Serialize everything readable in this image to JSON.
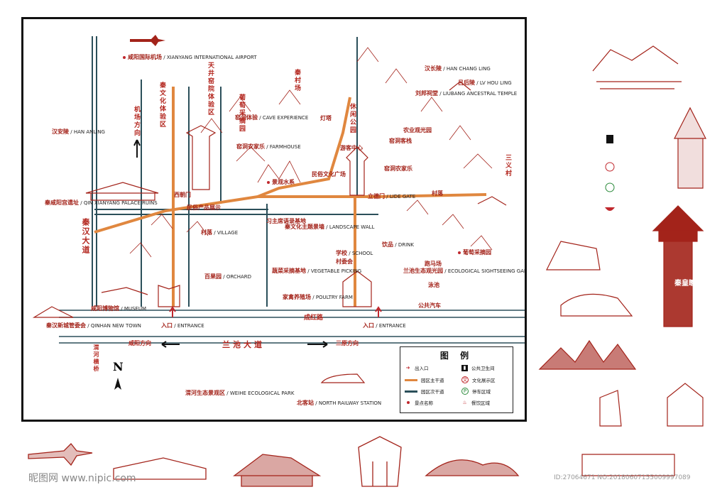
{
  "map": {
    "north_label": "N",
    "legend": {
      "title": "图 例",
      "items": [
        {
          "label": "出入口",
          "icon": "entrance-arrow-icon"
        },
        {
          "label": "园区主干道",
          "icon": "main-road-line"
        },
        {
          "label": "园区次干道",
          "icon": "secondary-road-line"
        },
        {
          "label": "景点名称",
          "icon": "poi-dot-icon"
        },
        {
          "label": "公共卫生间",
          "icon": "toilet-icon"
        },
        {
          "label": "文化展示区",
          "icon": "culture-icon"
        },
        {
          "label": "停车区域",
          "icon": "parking-icon"
        },
        {
          "label": "餐饮区域",
          "icon": "dining-icon"
        }
      ]
    },
    "labels": {
      "airport": {
        "cn": "咸阳国际机场",
        "en": "XIANYANG INTERNATIONAL AIRPORT"
      },
      "han_anling": {
        "cn": "汉安陵",
        "en": "HAN ANLING"
      },
      "qin_palace": {
        "cn": "秦咸阳宫遗址",
        "en": "QIN XIANYANG PALACE RUINS"
      },
      "museum": {
        "cn": "咸阳博物馆",
        "en": "MUSEUM"
      },
      "new_town": {
        "cn": "秦汉新城管委会",
        "en": "QINHAN NEW TOWN"
      },
      "weihe_park": {
        "cn": "渭河生态景观区",
        "en": "WEIHE ECOLOGICAL PARK"
      },
      "north_station": {
        "cn": "北客站",
        "en": "NORTH RAILWAY STATION"
      },
      "han_changling": {
        "cn": "汉长陵",
        "en": "HAN CHANG LING"
      },
      "lv_houling": {
        "cn": "吕后陵",
        "en": "LV HOU LING"
      },
      "liubang_temple": {
        "cn": "刘邦祠堂",
        "en": "LIUBANG ANCESTRAL TEMPLE"
      },
      "cave_experience": {
        "cn": "窑洞体验",
        "en": "CAVE EXPERIENCE"
      },
      "farmhouse": {
        "cn": "窑洞农家乐",
        "en": "FARMHOUSE"
      },
      "folk_square": {
        "cn": "民俗文化广场",
        "en": ""
      },
      "landscape_water": {
        "cn": "景观水系",
        "en": ""
      },
      "west_gate": {
        "cn": "西朝门",
        "en": ""
      },
      "folk_exhibit": {
        "cn": "民俗产品展示",
        "en": ""
      },
      "village_1": {
        "cn": "村落",
        "en": "VILLAGE"
      },
      "orchard": {
        "cn": "百果园",
        "en": "ORCHARD"
      },
      "landscape_wall": {
        "cn": "秦文化主题景墙",
        "en": "LANDSCAPE WALL"
      },
      "xijinping_base": {
        "cn": "习主席语录基地",
        "en": ""
      },
      "school": {
        "cn": "学校",
        "en": "SCHOOL"
      },
      "village_committee": {
        "cn": "村委会",
        "en": ""
      },
      "vegetable": {
        "cn": "蔬菜采摘基地",
        "en": "VEGETABLE PICKING"
      },
      "poultry": {
        "cn": "家禽养殖场",
        "en": "POULTRY FARM"
      },
      "drink": {
        "cn": "饮品",
        "en": "DRINK"
      },
      "horse": {
        "cn": "跑马场",
        "en": ""
      },
      "eco_garden": {
        "cn": "兰池生态观光园",
        "en": "ECOLOGICAL SIGHTSEEING GARDEN"
      },
      "pool": {
        "cn": "泳池",
        "en": ""
      },
      "bus": {
        "cn": "公共汽车",
        "en": ""
      },
      "grape": {
        "cn": "葡萄采摘园",
        "en": ""
      },
      "agri_park": {
        "cn": "农业观光园",
        "en": ""
      },
      "cave_inn": {
        "cn": "窑洞客栈",
        "en": ""
      },
      "village_2": {
        "cn": "村落",
        "en": ""
      },
      "leisure_park": {
        "cn": "休闲公园",
        "en": ""
      },
      "lantern_tower": {
        "cn": "灯塔",
        "en": ""
      },
      "tourist_center": {
        "cn": "游客中心",
        "en": ""
      },
      "east_gate": {
        "cn": "立德门",
        "en": "LIDE GATE"
      },
      "sanyi_village": {
        "cn": "三义村",
        "en": ""
      },
      "entrance_1": {
        "cn": "入口",
        "en": "ENTRANCE"
      },
      "entrance_2": {
        "cn": "入口",
        "en": "ENTRANCE"
      },
      "culture_zone": {
        "cn": "秦文化体验区",
        "en": ""
      },
      "tianjing": {
        "cn": "天井窑院体验区",
        "en": ""
      },
      "grape_2": {
        "cn": "葡萄采摘园",
        "en": ""
      },
      "qin_village": {
        "cn": "秦",
        "en": ""
      },
      "qinzhuang": {
        "cn": "秦村场",
        "en": ""
      },
      "tower_label": {
        "cn": "秦皇瞭望台",
        "en": ""
      }
    },
    "roads": {
      "lanchi_avenue": "兰池大道",
      "chenghong_road": "成红路",
      "qinhan_avenue": "秦汉大道",
      "airport_direction": "机场方向",
      "xianyang_direction": "咸阳方向",
      "sanyuan_direction": "三原方向",
      "weihe_direction": "渭河横桥"
    }
  },
  "tower_sign": "秦皇瞭望",
  "watermark_left": "昵图网 www.nipic.com",
  "watermark_right": "ID:27064671 NO:20180607155009997089",
  "colors": {
    "brick": "#a3231a",
    "orange": "#e0873f",
    "teal": "#2b4f5a",
    "frame": "#111111"
  }
}
